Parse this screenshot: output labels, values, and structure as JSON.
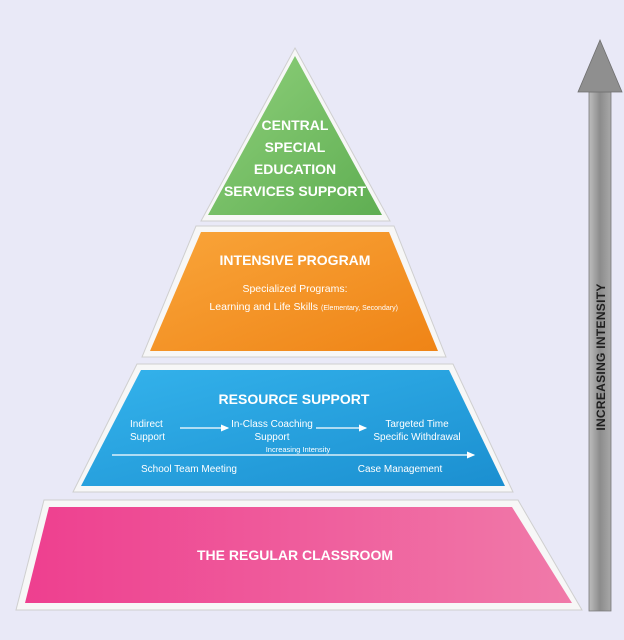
{
  "tiers": {
    "central": {
      "lines": [
        "CENTRAL",
        "SPECIAL",
        "EDUCATION",
        "SERVICES SUPPORT"
      ],
      "color": "#7cc06a"
    },
    "intensive": {
      "title": "INTENSIVE PROGRAM",
      "line1": "Specialized Programs:",
      "line2": "Learning and Life Skills",
      "line2_small": "(Elementary, Secondary)",
      "color": "#f4931e"
    },
    "resource": {
      "title": "RESOURCE SUPPORT",
      "steps": [
        {
          "lines": [
            "Indirect",
            "Support"
          ]
        },
        {
          "lines": [
            "In-Class Coaching",
            "Support"
          ]
        },
        {
          "lines": [
            "Targeted Time",
            "Specific Withdrawal"
          ]
        }
      ],
      "increasing_label": "Increasing Intensity",
      "bottom_left": "School Team Meeting",
      "bottom_right": "Case Management",
      "color": "#2aa6e0"
    },
    "classroom": {
      "title": "THE REGULAR CLASSROOM",
      "color": "#ec4b96"
    }
  },
  "intensity_arrow": {
    "label": "INCREASING INTENSITY",
    "color": "#9a9a9a"
  }
}
